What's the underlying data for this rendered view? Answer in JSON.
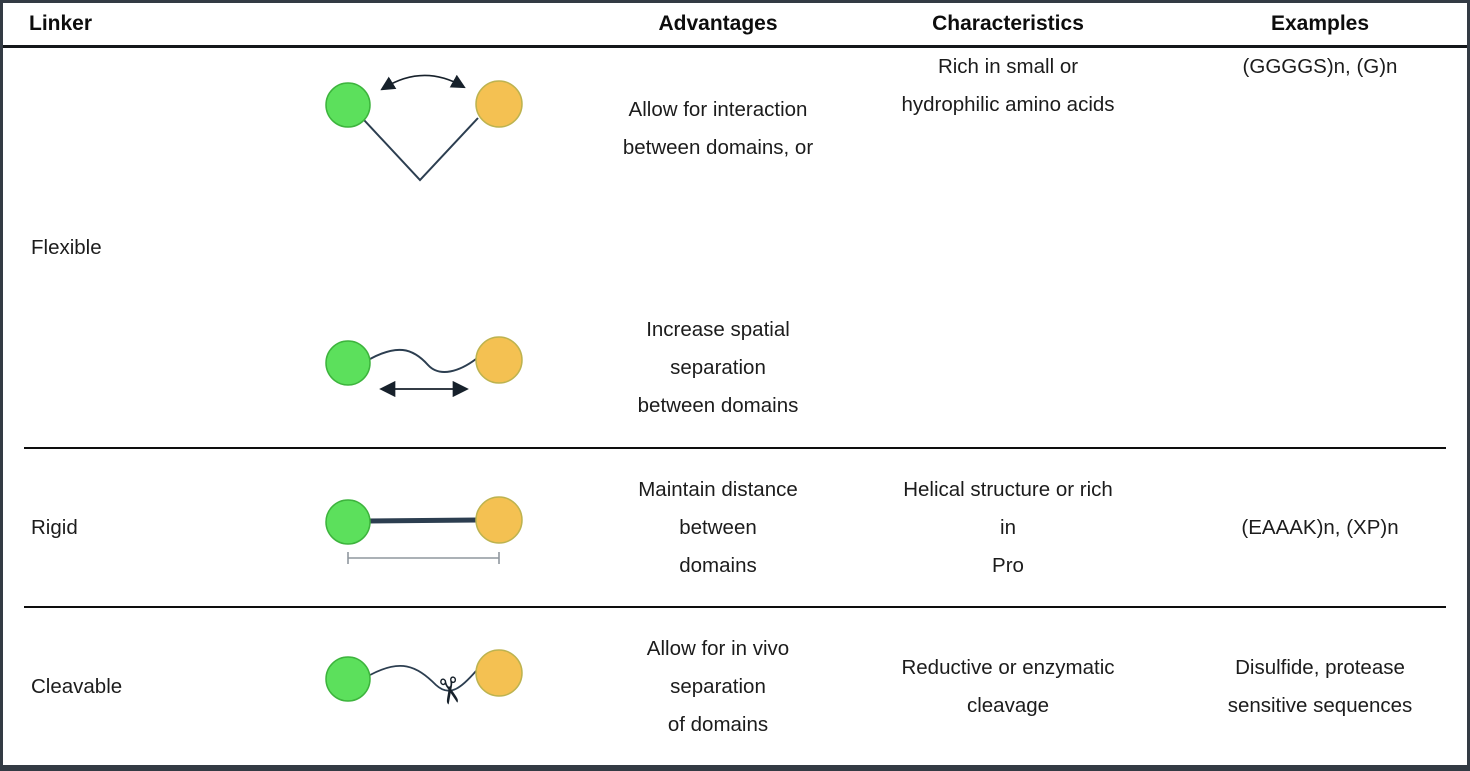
{
  "header": {
    "linker": "Linker",
    "advantages": "Advantages",
    "characteristics": "Characteristics",
    "examples": "Examples"
  },
  "colors": {
    "domain_left_fill": "#5ce05c",
    "domain_right_fill": "#f4c152",
    "diagram_line": "#2c3e50",
    "text": "#1c1c1c",
    "border": "#333b44"
  },
  "icons": {
    "scissors": "✂"
  },
  "rows": [
    {
      "label": "Flexible",
      "advantages": [
        "Allow for interaction\nbetween domains, or",
        "Increase spatial\nseparation\nbetween domains"
      ],
      "characteristics": "Rich in small or\nhydrophilic amino acids",
      "examples": "(GGGGS)n, (G)n"
    },
    {
      "label": "Rigid",
      "advantages": [
        "Maintain distance\nbetween\ndomains"
      ],
      "characteristics": "Helical structure or rich\nin\nPro",
      "examples": "(EAAAK)n, (XP)n"
    },
    {
      "label": "Cleavable",
      "advantages": [
        "Allow for in vivo\nseparation\nof domains"
      ],
      "characteristics": "Reductive or enzymatic\ncleavage",
      "examples": "Disulfide, protease\nsensitive sequences"
    }
  ]
}
